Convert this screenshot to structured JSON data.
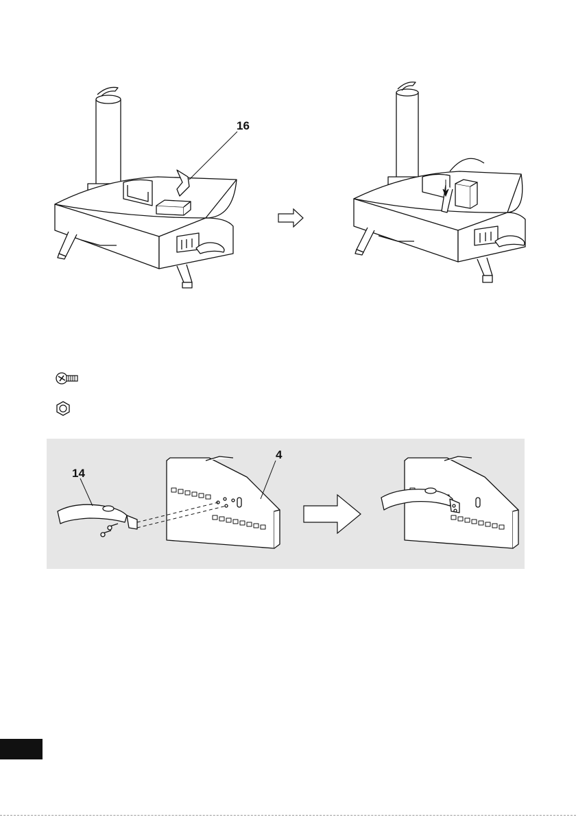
{
  "step_top": {
    "part_label": "16",
    "arrow_icon": "right-arrow-icon"
  },
  "hardware": {
    "items": [
      {
        "icon": "screw-icon"
      },
      {
        "icon": "nut-icon"
      }
    ]
  },
  "step_bottom": {
    "handle_label": "14",
    "panel_label": "4",
    "arrow_icon": "right-arrow-icon"
  },
  "colors": {
    "line": "#111111",
    "panel_bg": "#e6e6e6",
    "page_tab": "#111111"
  }
}
